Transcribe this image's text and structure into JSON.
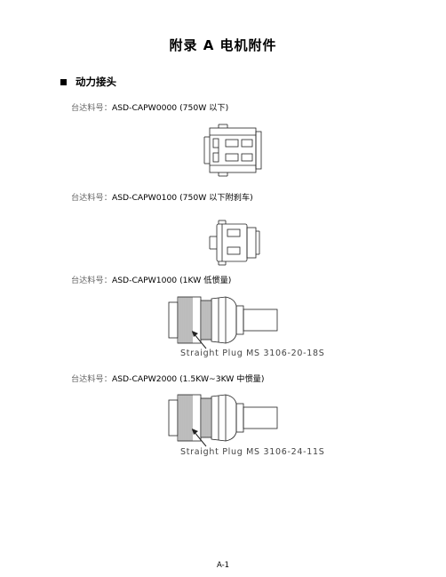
{
  "page": {
    "title": "附录 A  电机附件",
    "section_heading": "动力接头",
    "page_number": "A-1"
  },
  "parts": [
    {
      "label": "台达料号：",
      "value": "ASD-CAPW0000 (750W 以下)"
    },
    {
      "label": "台达料号：",
      "value": "ASD-CAPW0100 (750W 以下附刹车)"
    },
    {
      "label": "台达料号：",
      "value": "ASD-CAPW1000 (1KW 低惯量)",
      "caption": "Straight Plug MS 3106-20-18S"
    },
    {
      "label": "台达料号：",
      "value": "ASD-CAPW2000 (1.5KW~3KW 中惯量)",
      "caption": "Straight Plug MS 3106-24-11S"
    }
  ]
}
